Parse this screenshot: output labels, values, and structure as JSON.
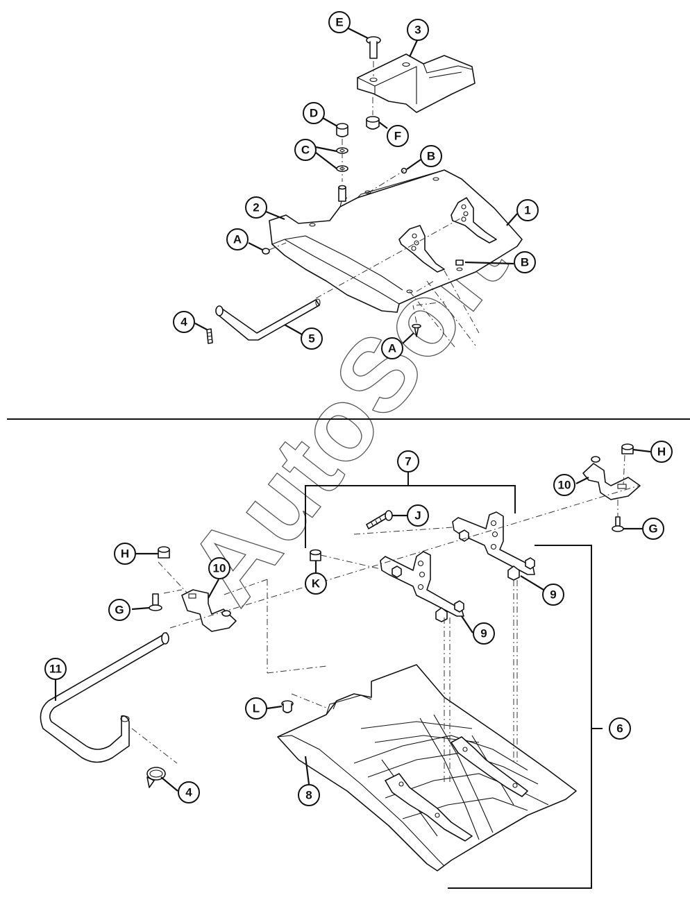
{
  "watermark": "AutoSoft",
  "callouts": [
    {
      "id": "E-top",
      "label": "E"
    },
    {
      "id": "3",
      "label": "3"
    },
    {
      "id": "D",
      "label": "D"
    },
    {
      "id": "F",
      "label": "F"
    },
    {
      "id": "C",
      "label": "C"
    },
    {
      "id": "B-top",
      "label": "B"
    },
    {
      "id": "2",
      "label": "2"
    },
    {
      "id": "1",
      "label": "1"
    },
    {
      "id": "A-left",
      "label": "A"
    },
    {
      "id": "B-right",
      "label": "B"
    },
    {
      "id": "4-top",
      "label": "4"
    },
    {
      "id": "5",
      "label": "5"
    },
    {
      "id": "A-bottom",
      "label": "A"
    },
    {
      "id": "7",
      "label": "7"
    },
    {
      "id": "H-right",
      "label": "H"
    },
    {
      "id": "10-right",
      "label": "10"
    },
    {
      "id": "J",
      "label": "J"
    },
    {
      "id": "G-right",
      "label": "G"
    },
    {
      "id": "H-left",
      "label": "H"
    },
    {
      "id": "10-left",
      "label": "10"
    },
    {
      "id": "K",
      "label": "K"
    },
    {
      "id": "9-right",
      "label": "9"
    },
    {
      "id": "G-left",
      "label": "G"
    },
    {
      "id": "9-mid",
      "label": "9"
    },
    {
      "id": "11",
      "label": "11"
    },
    {
      "id": "L",
      "label": "L"
    },
    {
      "id": "6",
      "label": "6"
    },
    {
      "id": "8",
      "label": "8"
    },
    {
      "id": "4-bottom",
      "label": "4"
    }
  ]
}
